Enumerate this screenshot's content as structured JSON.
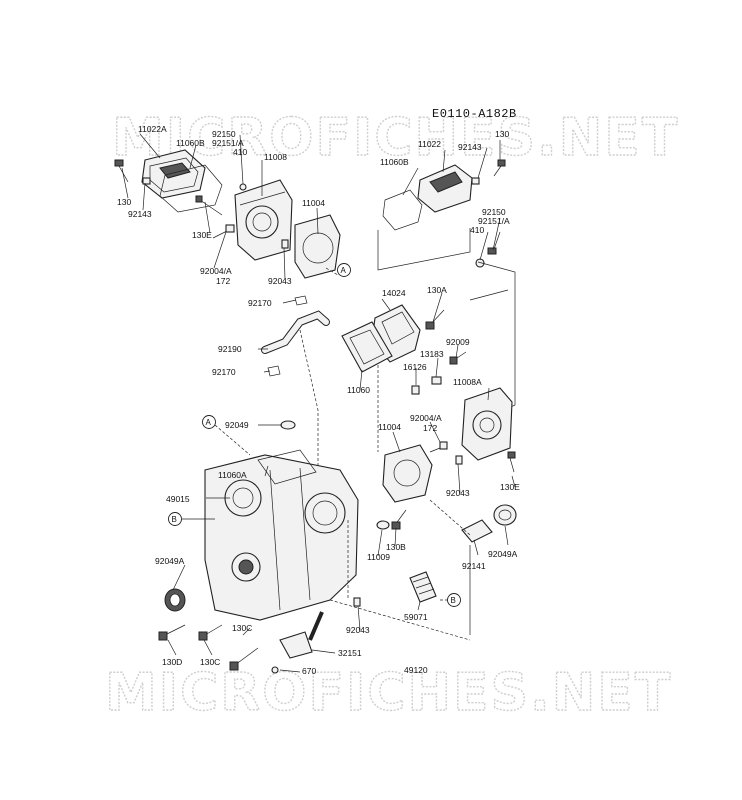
{
  "diagram": {
    "code": "E0110-A182B",
    "watermark_top": "MICROFICHES.NET",
    "watermark_bottom": "MICROFICHES.NET",
    "callouts": [
      "A",
      "A",
      "B",
      "B"
    ],
    "labels": {
      "p11022A": "11022A",
      "p11060B_l": "11060B",
      "p92150_l": "92150",
      "p92151A_l": "92151/A",
      "p410_l": "410",
      "p11008": "11008",
      "p130_l": "130",
      "p92143_l": "92143",
      "p130E_l": "130E",
      "p11004_l": "11004",
      "p92004A_l": "92004/A",
      "p172_l": "172",
      "p92043_l": "92043",
      "p11060B_r": "11060B",
      "p11022": "11022",
      "p130_r": "130",
      "p92143_r": "92143",
      "p92150_r": "92150",
      "p92151A_r": "92151/A",
      "p410_r": "410",
      "p92170_a": "92170",
      "p14024": "14024",
      "p130A": "130A",
      "p92190": "92190",
      "p92009": "92009",
      "p13183": "13183",
      "p92170_b": "92170",
      "p16126": "16126",
      "p11060": "11060",
      "p11008A": "11008A",
      "p92049": "92049",
      "p11004_r": "11004",
      "p92004A_r": "92004/A",
      "p172_r": "172",
      "p11060A": "11060A",
      "p49015": "49015",
      "p92043_r": "92043",
      "p130E_r": "130E",
      "p130B": "130B",
      "p11009": "11009",
      "p92049A_l": "92049A",
      "p92049A_r": "92049A",
      "p92141": "92141",
      "p59071": "59071",
      "p92043_b": "92043",
      "p130D": "130D",
      "p130C_a": "130C",
      "p130C_b": "130C",
      "p32151": "32151",
      "p670": "670",
      "p49120": "49120"
    }
  }
}
